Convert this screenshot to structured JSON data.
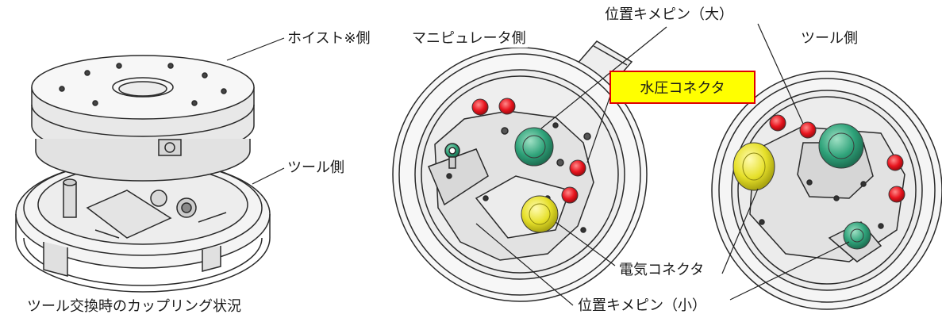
{
  "labels": {
    "hoist_side": "ホイスト※側",
    "tool_side_left": "ツール側",
    "manipulator_side": "マニピュレータ側",
    "pin_large": "位置キメピン（大）",
    "water_connector": "水圧コネクタ",
    "tool_side_right": "ツール側",
    "electric_connector": "電気コネクタ",
    "pin_small": "位置キメピン（小）"
  },
  "caption": "ツール交換時のカップリング状況",
  "colors": {
    "line": "#2a2a2a",
    "red_connector": "#e8141e",
    "green_connector": "#2fa37a",
    "yellow_connector": "#e6e02a",
    "highlight_fill": "#ffff00",
    "highlight_border": "#e00000"
  }
}
